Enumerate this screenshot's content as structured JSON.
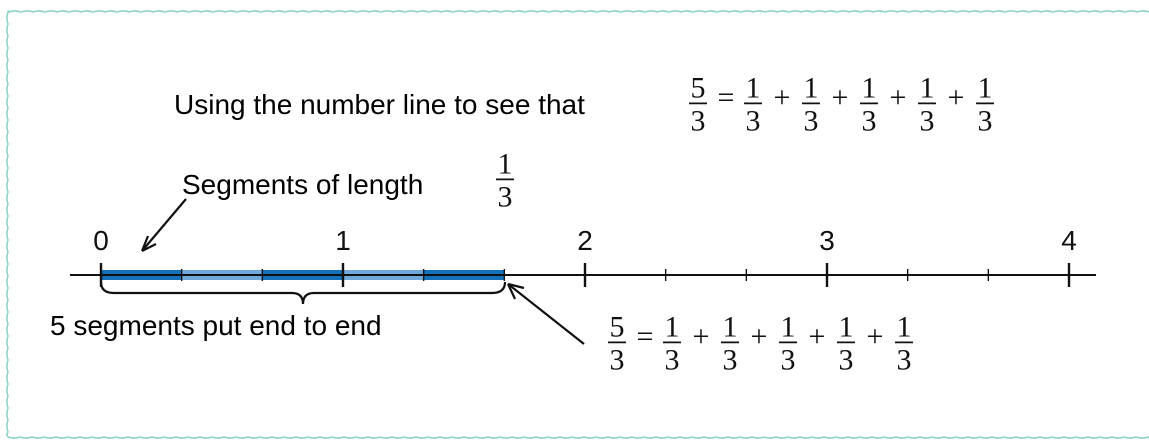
{
  "colors": {
    "frame": "#8fd3c9",
    "axis": "#111111",
    "segment_dark": "#1470b8",
    "segment_light": "#6fa9dc",
    "text": "#111111"
  },
  "title": {
    "text": "Using the number line to see that",
    "lhs": {
      "num": "5",
      "den": "3"
    },
    "equals": "=",
    "plus": "+",
    "terms": [
      {
        "num": "1",
        "den": "3"
      },
      {
        "num": "1",
        "den": "3"
      },
      {
        "num": "1",
        "den": "3"
      },
      {
        "num": "1",
        "den": "3"
      },
      {
        "num": "1",
        "den": "3"
      }
    ]
  },
  "segments_label": {
    "text": "Segments of length",
    "fraction": {
      "num": "1",
      "den": "3"
    }
  },
  "number_line": {
    "min": 0,
    "max": 4,
    "tick_step": 0.3333333333,
    "major_labels": [
      "0",
      "1",
      "2",
      "3",
      "4"
    ],
    "segments": [
      {
        "start": 0,
        "end": 0.3333333333,
        "shade": "dark"
      },
      {
        "start": 0.3333333333,
        "end": 0.6666666667,
        "shade": "light"
      },
      {
        "start": 0.6666666667,
        "end": 1,
        "shade": "dark"
      },
      {
        "start": 1,
        "end": 1.3333333333,
        "shade": "light"
      },
      {
        "start": 1.3333333333,
        "end": 1.6666666667,
        "shade": "dark"
      }
    ]
  },
  "brace_label": "5 segments put end to end",
  "equation_label": {
    "lhs": {
      "num": "5",
      "den": "3"
    },
    "equals": "=",
    "plus": "+",
    "terms": [
      {
        "num": "1",
        "den": "3"
      },
      {
        "num": "1",
        "den": "3"
      },
      {
        "num": "1",
        "den": "3"
      },
      {
        "num": "1",
        "den": "3"
      },
      {
        "num": "1",
        "den": "3"
      }
    ]
  }
}
